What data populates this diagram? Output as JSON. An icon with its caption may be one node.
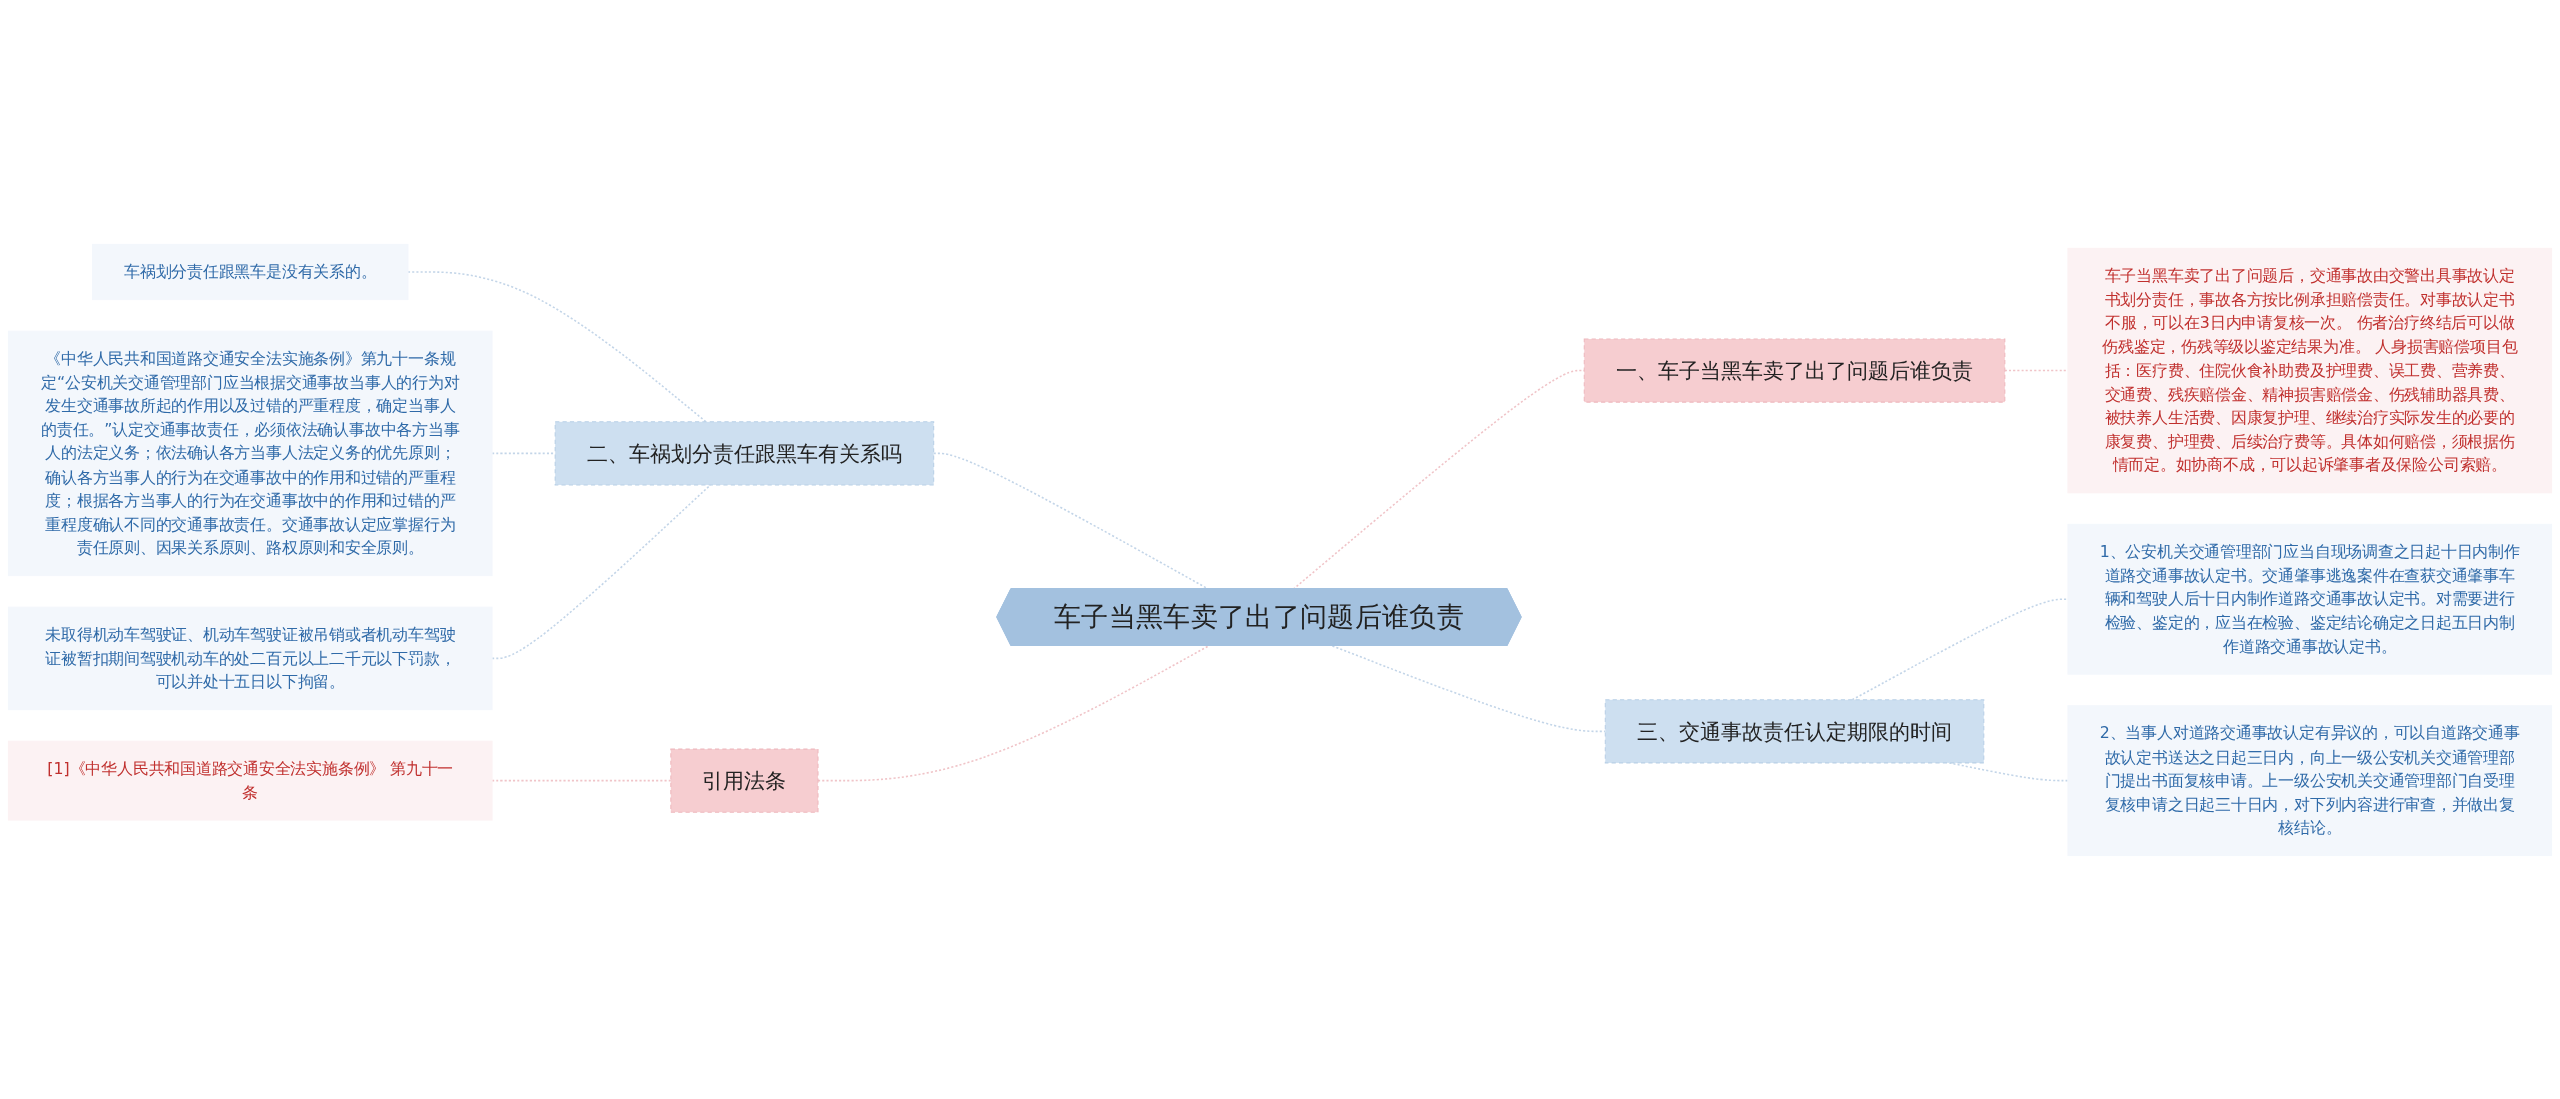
{
  "diagram": {
    "nodes": [
      {
        "text": [
          "车子当黑车卖了出了问题后谁负责"
        ]
      },
      {
        "text": [
          "二、车祸划分责任跟黑车有关系吗"
        ]
      },
      {
        "text": [
          "车祸划分责任跟黑车是没有关系的。"
        ]
      },
      {
        "text": [
          "《中华人民共和国道路交通安全法实施条例》第九十一条规定“公安机关交通管理部门应当根据交通事故当事人的行为对发生交通事故所起的作用以及过错的严重程度，确定当事人的责任。”认定交通事故责任，必须依法确认事故中各方当事人的法定义务；依法确认各方当事人法定义务的优先原则；确认各方当事人的行为在交通事故中的作用和过错的严重程度；根据各方当事人的行为在交通事故中的作用和过错的严重程度确认不同的交通事故责任。交通事故认定应掌握行为责任原则、因果关系原则、路权原则和安全原则。"
        ]
      },
      {
        "text": [
          "未取得机动车驾驶证、机动车驾驶证被吊销或者机动车驾驶证被暂扣期间驾驶机动车的处二百元以上二千元以下罚款，可以并处十五日以下拘留。"
        ]
      },
      {
        "text": [
          "引用法条"
        ]
      },
      {
        "text": [
          "[1]《中华人民共和国道路交通安全法实施条例》 第九十一条"
        ]
      },
      {
        "text": [
          "一、车子当黑车卖了出了问题后谁负责"
        ]
      },
      {
        "text": [
          "车子当黑车卖了出了问题后，交通事故由交警出具事故认定书划分责任，事故各方按比例承担赔偿责任。对事故认定书不服，可以在3日内申请复核一次。 伤者治疗终结后可以做伤残鉴定，伤残等级以鉴定结果为准。 人身损害赔偿项目包括：医疗费、住院伙食补助费及护理费、误工费、营养费、交通费、残疾赔偿金、精神损害赔偿金、伤残辅助器具费、被扶养人生活费、因康复护理、继续治疗实际发生的必要的康复费、护理费、后续治疗费等。具体如何赔偿，须根据伤情而定。如协商不成，可以起诉肇事者及保险公司索赔。"
        ]
      },
      {
        "text": [
          "三、交通事故责任认定期限的时间"
        ]
      },
      {
        "text": [
          "1、公安机关交通管理部门应当自现场调查之日起十日内制作道路交通事故认定书。交通肇事逃逸案件在查获交通肇事车辆和驾驶人后十日内制作道路交通事故认定书。对需要进行检验、鉴定的，应当在检验、鉴定结论确定之日起五日内制作道路交通事故认定书。"
        ]
      },
      {
        "text": [
          "2、当事人对道路交通事故认定有异议的，可以自道路交通事故认定书送达之日起三日内，向上一级公安机关交通管理部门提出书面复核申请。上一级公安机关交通管理部门自受理复核申请之日起三十日内，对下列内容进行审查，并做出复核结论。"
        ]
      }
    ],
    "edges": [
      {
        "from": 2,
        "to": 1,
        "arrow": "none",
        "style": "dashed"
      },
      {
        "from": 3,
        "to": 1,
        "arrow": "none",
        "style": "dashed"
      },
      {
        "from": 4,
        "to": 1,
        "arrow": "none",
        "style": "dashed"
      },
      {
        "from": 1,
        "to": 0,
        "arrow": "none",
        "style": "dashed"
      },
      {
        "from": 6,
        "to": 5,
        "arrow": "none",
        "style": "dashed",
        "color": "#f0c4c8"
      },
      {
        "from": 5,
        "to": 0,
        "arrow": "none",
        "style": "dashed",
        "color": "#f0c4c8"
      },
      {
        "from": 0,
        "to": 7,
        "arrow": "none",
        "style": "dashed",
        "color": "#f0c4c8"
      },
      {
        "from": 7,
        "to": 8,
        "arrow": "none",
        "style": "dashed",
        "color": "#f0c4c8"
      },
      {
        "from": 0,
        "to": 9,
        "arrow": "none",
        "style": "dashed"
      },
      {
        "from": 9,
        "to": 10,
        "arrow": "none",
        "style": "dashed"
      },
      {
        "from": 9,
        "to": 11,
        "arrow": "none",
        "style": "dashed"
      }
    ]
  }
}
